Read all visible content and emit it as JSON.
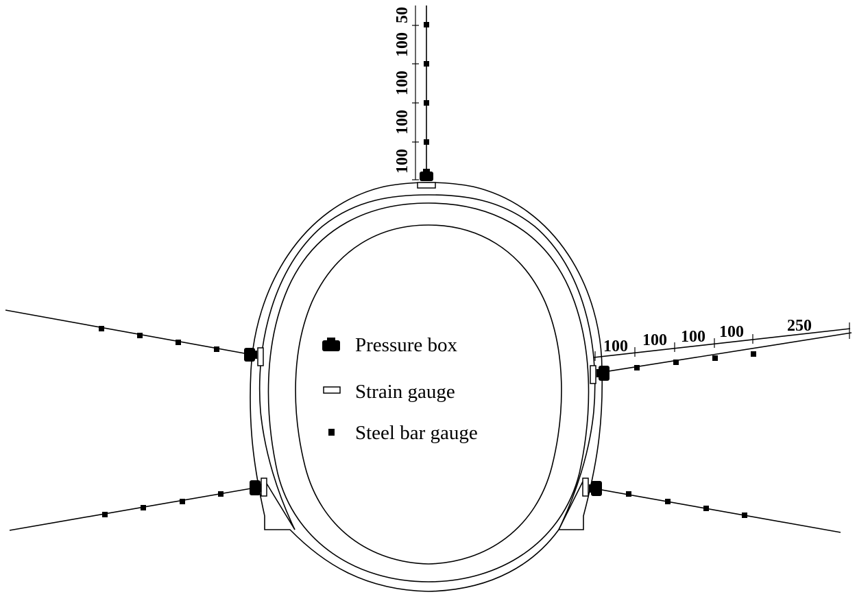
{
  "legend": {
    "pressure_box": "Pressure box",
    "strain_gauge": "Strain gauge",
    "steel_bar_gauge": "Steel bar gauge"
  },
  "dimensions": {
    "vertical": [
      "100",
      "100",
      "100",
      "100",
      "50"
    ],
    "horizontal": [
      "100",
      "100",
      "100",
      "100",
      "250"
    ]
  }
}
